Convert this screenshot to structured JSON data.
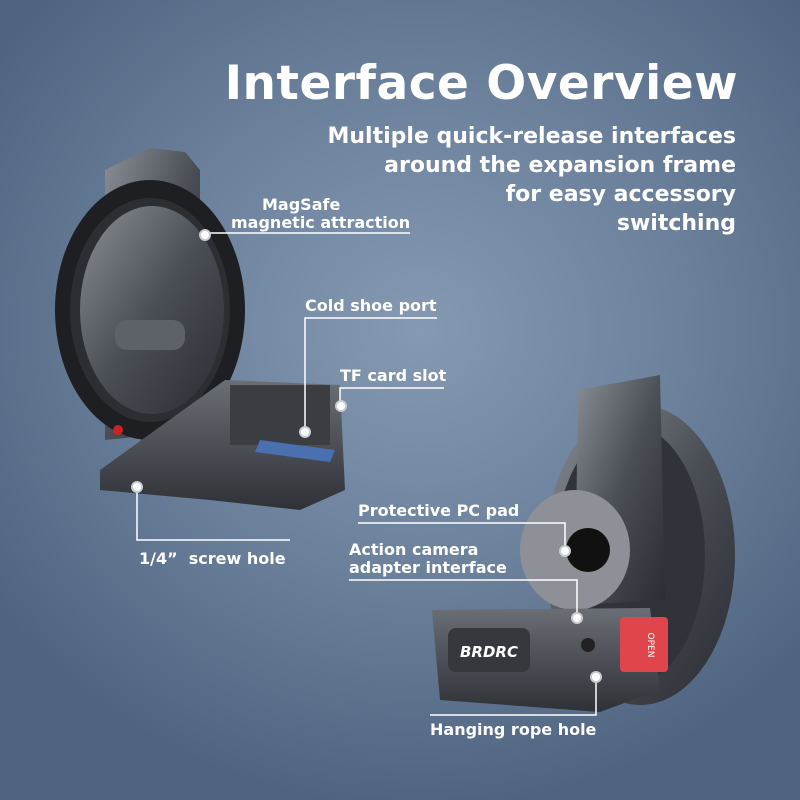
{
  "header": {
    "title": "Interface Overview",
    "subtitle": [
      "Multiple quick-release interfaces",
      "around the expansion frame",
      "for easy accessory",
      "switching"
    ]
  },
  "labels": {
    "magsafe_1": "MagSafe",
    "magsafe_2": "magnetic attraction",
    "cold_shoe": "Cold shoe port",
    "tf_card": "TF card slot",
    "screw_hole": "1/4”  screw hole",
    "pc_pad": "Protective PC pad",
    "action_cam_1": "Action camera",
    "action_cam_2": "adapter interface",
    "rope_hole": "Hanging rope hole"
  },
  "product": {
    "brand": "BRDRC",
    "button_text": "OPEN"
  }
}
